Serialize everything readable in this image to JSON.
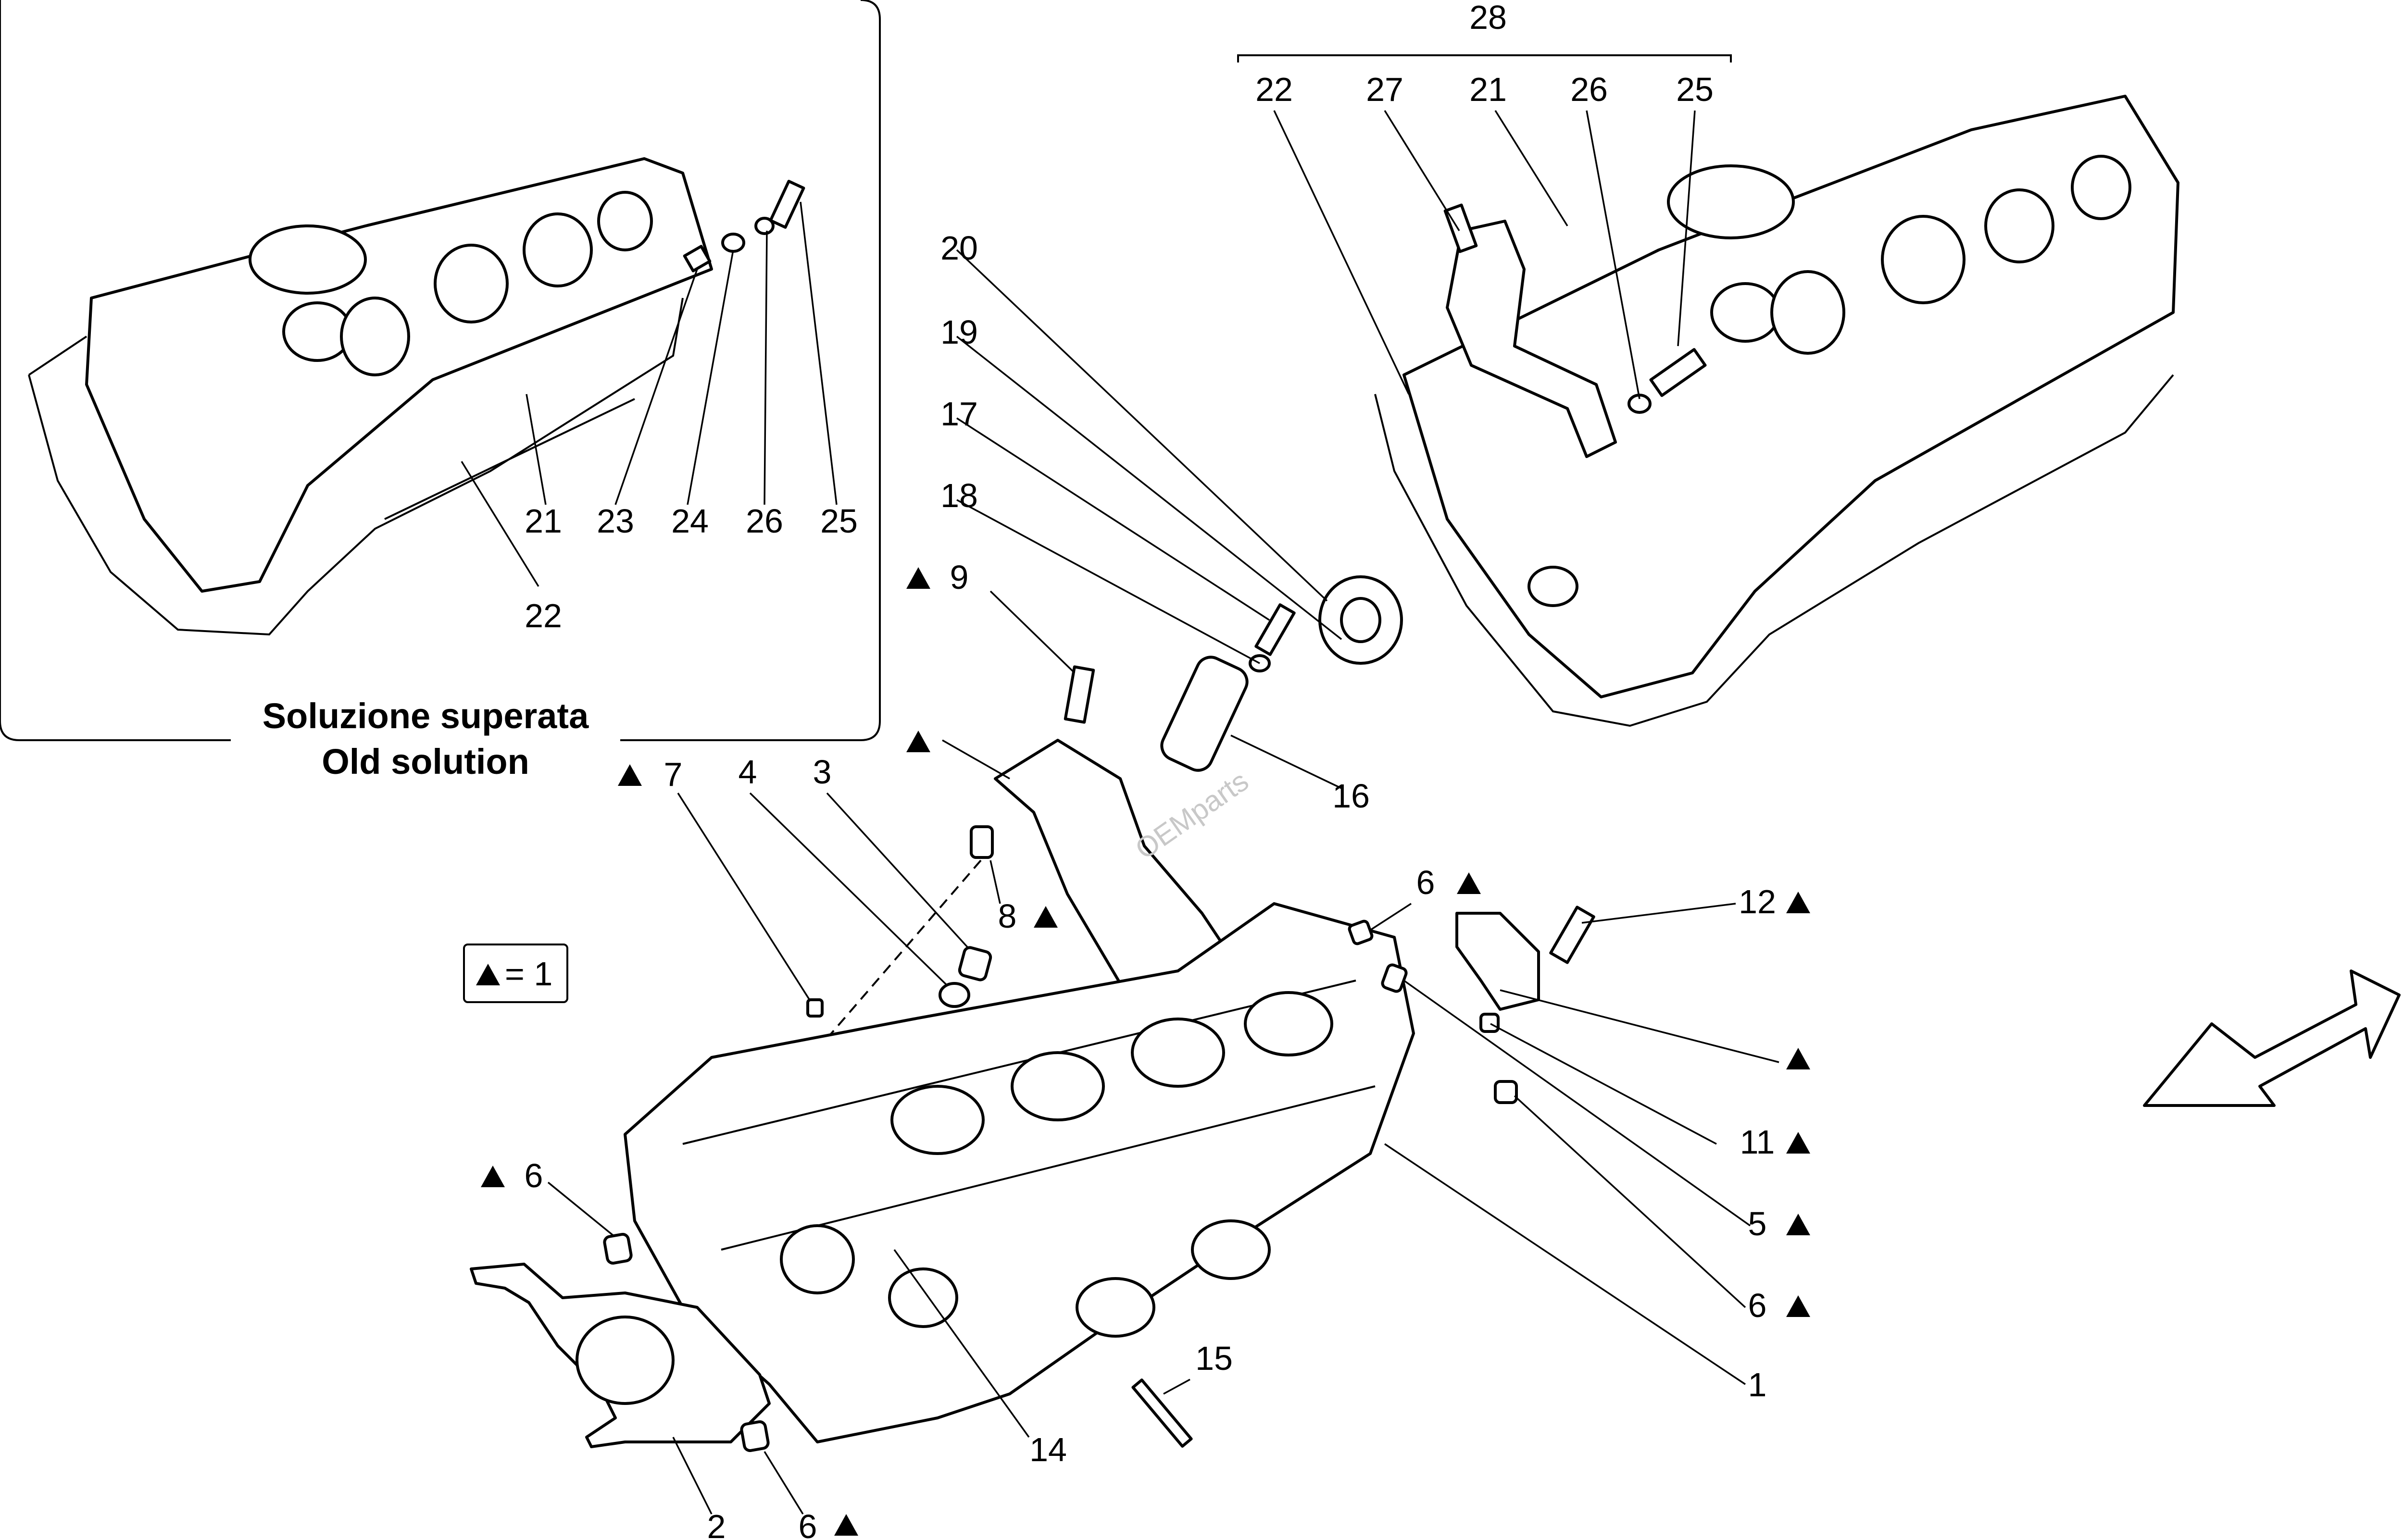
{
  "inset": {
    "caption_it": "Soluzione superata",
    "caption_en": "Old solution"
  },
  "legend": {
    "symbol": "▲",
    "text": "= 1"
  },
  "labels": {
    "l28": "28",
    "top22": "22",
    "top27": "27",
    "top21": "21",
    "top26": "26",
    "top25": "25",
    "inset21": "21",
    "inset23": "23",
    "inset24": "24",
    "inset26": "26",
    "inset25": "25",
    "inset22": "22",
    "l20": "20",
    "l19": "19",
    "l17": "17",
    "l18": "18",
    "l9": "9",
    "l16": "16",
    "l7": "7",
    "l4": "4",
    "l3": "3",
    "l8": "8",
    "l6a": "6",
    "l12": "12",
    "l11": "11",
    "l5": "5",
    "l6b": "6",
    "l6c": "6",
    "l1": "1",
    "l15": "15",
    "l14": "14",
    "l2": "2",
    "l6d": "6"
  },
  "watermark": "OEMparts"
}
